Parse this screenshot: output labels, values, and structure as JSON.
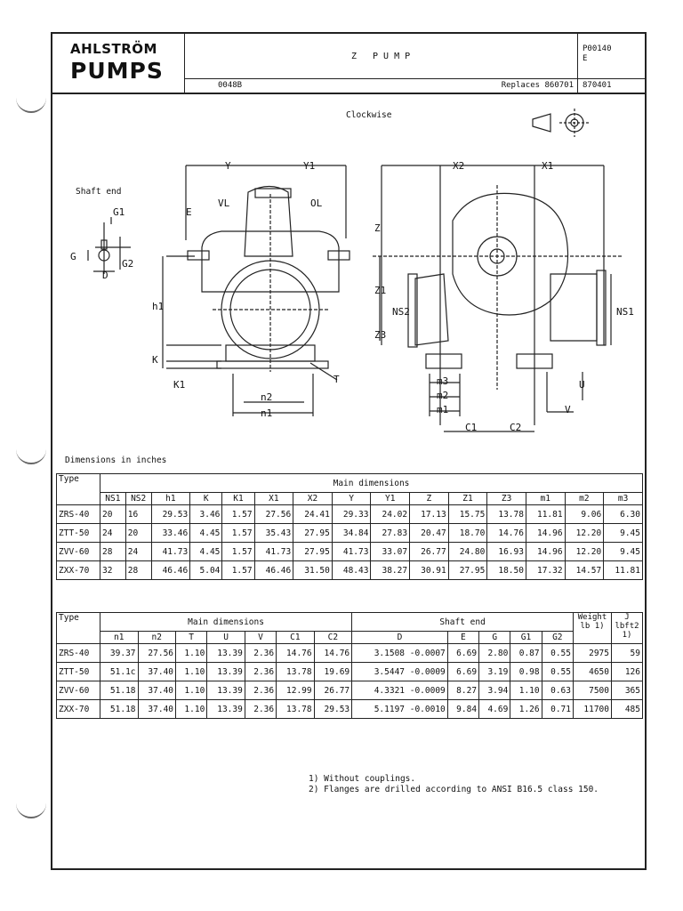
{
  "header": {
    "logo_top": "AHLSTRÖM",
    "logo_bottom": "PUMPS",
    "title": "Z PUMP",
    "drawing_no": "0048B",
    "replaces": "Replaces 860701",
    "doc_code": "P00140",
    "doc_lang": "E",
    "date_code": "870401"
  },
  "drawing": {
    "rotation": "Clockwise",
    "shaft_end_label": "Shaft end",
    "labels": {
      "G1": "G1",
      "E": "E",
      "G": "G",
      "G2": "G2",
      "D": "D",
      "Y": "Y",
      "Y1": "Y1",
      "VL": "VL",
      "OL": "OL",
      "h1": "h1",
      "K": "K",
      "K1": "K1",
      "n2": "n2",
      "n1": "n1",
      "T": "T",
      "X2": "X2",
      "X1": "X1",
      "Z": "Z",
      "Z1": "Z1",
      "NS2": "NS2",
      "Z3": "Z3",
      "NS1": "NS1",
      "m3": "m3",
      "m2": "m2",
      "m1": "m1",
      "C1": "C1",
      "C2": "C2",
      "U": "U",
      "V": "V"
    }
  },
  "units_label": "Dimensions in inches",
  "table1": {
    "type_header": "Type",
    "group_header": "Main dimensions",
    "columns": [
      "NS1",
      "NS2",
      "h1",
      "K",
      "K1",
      "X1",
      "X2",
      "Y",
      "Y1",
      "Z",
      "Z1",
      "Z3",
      "m1",
      "m2",
      "m3"
    ],
    "rows": [
      {
        "type": "ZRS-40",
        "values": [
          "20",
          "16",
          "29.53",
          "3.46",
          "1.57",
          "27.56",
          "24.41",
          "29.33",
          "24.02",
          "17.13",
          "15.75",
          "13.78",
          "11.81",
          "9.06",
          "6.30"
        ]
      },
      {
        "type": "ZTT-50",
        "values": [
          "24",
          "20",
          "33.46",
          "4.45",
          "1.57",
          "35.43",
          "27.95",
          "34.84",
          "27.83",
          "20.47",
          "18.70",
          "14.76",
          "14.96",
          "12.20",
          "9.45"
        ]
      },
      {
        "type": "ZVV-60",
        "values": [
          "28",
          "24",
          "41.73",
          "4.45",
          "1.57",
          "41.73",
          "27.95",
          "41.73",
          "33.07",
          "26.77",
          "24.80",
          "16.93",
          "14.96",
          "12.20",
          "9.45"
        ]
      },
      {
        "type": "ZXX-70",
        "values": [
          "32",
          "28",
          "46.46",
          "5.04",
          "1.57",
          "46.46",
          "31.50",
          "48.43",
          "38.27",
          "30.91",
          "27.95",
          "18.50",
          "17.32",
          "14.57",
          "11.81"
        ]
      }
    ]
  },
  "table2": {
    "type_header": "Type",
    "group_main": "Main dimensions",
    "group_shaft": "Shaft end",
    "weight_header": "Weight lb 1)",
    "j_header": "J lbft2 1)",
    "columns": [
      "n1",
      "n2",
      "T",
      "U",
      "V",
      "C1",
      "C2",
      "D",
      "E",
      "G",
      "G1",
      "G2"
    ],
    "rows": [
      {
        "type": "ZRS-40",
        "values": [
          "39.37",
          "27.56",
          "1.10",
          "13.39",
          "2.36",
          "14.76",
          "14.76",
          "3.1508 -0.0007",
          "6.69",
          "2.80",
          "0.87",
          "0.55"
        ],
        "weight": "2975",
        "j": "59"
      },
      {
        "type": "ZTT-50",
        "values": [
          "51.1c",
          "37.40",
          "1.10",
          "13.39",
          "2.36",
          "13.78",
          "19.69",
          "3.5447 -0.0009",
          "6.69",
          "3.19",
          "0.98",
          "0.55"
        ],
        "weight": "4650",
        "j": "126"
      },
      {
        "type": "ZVV-60",
        "values": [
          "51.18",
          "37.40",
          "1.10",
          "13.39",
          "2.36",
          "12.99",
          "26.77",
          "4.3321 -0.0009",
          "8.27",
          "3.94",
          "1.10",
          "0.63"
        ],
        "weight": "7500",
        "j": "365"
      },
      {
        "type": "ZXX-70",
        "values": [
          "51.18",
          "37.40",
          "1.10",
          "13.39",
          "2.36",
          "13.78",
          "29.53",
          "5.1197 -0.0010",
          "9.84",
          "4.69",
          "1.26",
          "0.71"
        ],
        "weight": "11700",
        "j": "485"
      }
    ]
  },
  "notes": [
    "1) Without couplings.",
    "2) Flanges are drilled according to ANSI B16.5 class 150."
  ]
}
